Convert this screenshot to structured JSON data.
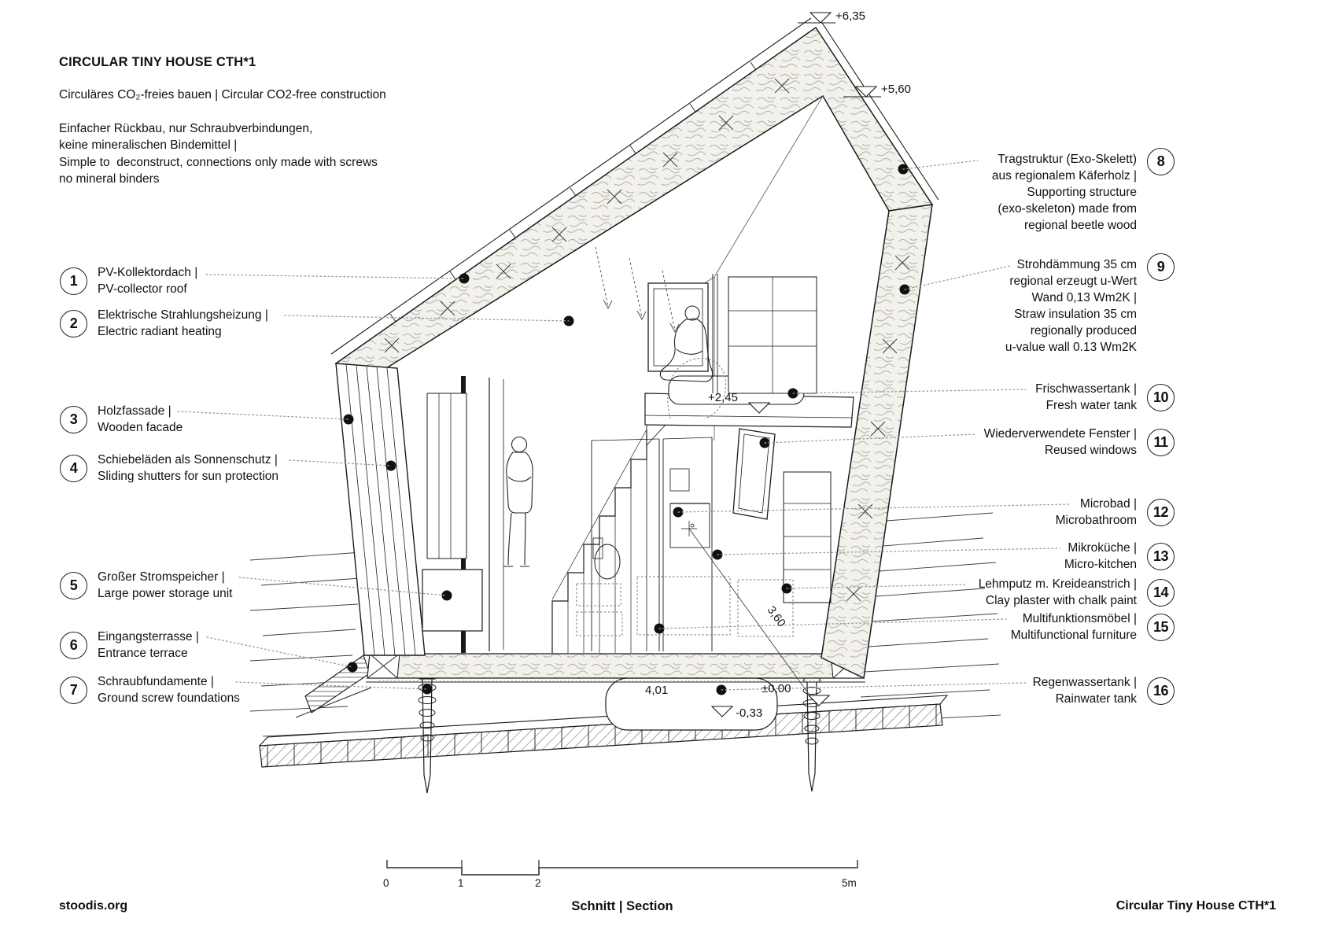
{
  "header": {
    "title": "CIRCULAR TINY HOUSE CTH*1",
    "subtitle": "Circuläres CO₂-freies bauen | Circular CO2-free construction",
    "description": "Einfacher Rückbau, nur Schraubverbindungen,\nkeine mineralischen Bindemittel |\nSimple to  deconstruct, connections only made with screws\nno mineral binders"
  },
  "callouts_left": [
    {
      "num": "1",
      "lines": [
        "PV-Kollektordach |",
        "PV-collector roof"
      ]
    },
    {
      "num": "2",
      "lines": [
        "Elektrische Strahlungsheizung |",
        "Electric radiant heating"
      ]
    },
    {
      "num": "3",
      "lines": [
        "Holzfassade |",
        "Wooden facade"
      ]
    },
    {
      "num": "4",
      "lines": [
        "Schiebeläden als Sonnenschutz |",
        "Sliding shutters for sun protection"
      ]
    },
    {
      "num": "5",
      "lines": [
        "Großer Stromspeicher |",
        "Large power storage unit"
      ]
    },
    {
      "num": "6",
      "lines": [
        "Eingangsterrasse |",
        "Entrance terrace"
      ]
    },
    {
      "num": "7",
      "lines": [
        "Schraubfundamente |",
        "Ground screw foundations"
      ]
    }
  ],
  "callouts_right": [
    {
      "num": "8",
      "lines": [
        "Tragstruktur (Exo-Skelett)",
        "aus regionalem Käferholz |",
        "Supporting structure",
        "(exo-skeleton) made from",
        "regional beetle wood"
      ]
    },
    {
      "num": "9",
      "lines": [
        "Strohdämmung 35 cm",
        "regional erzeugt u-Wert",
        "Wand 0,13 Wm2K |",
        "Straw insulation 35 cm",
        "regionally produced",
        "u-value wall 0.13 Wm2K"
      ]
    },
    {
      "num": "10",
      "lines": [
        "Frischwassertank |",
        "Fresh water tank"
      ]
    },
    {
      "num": "11",
      "lines": [
        "Wiederverwendete Fenster |",
        "Reused windows"
      ]
    },
    {
      "num": "12",
      "lines": [
        "Microbad |",
        "Microbathroom"
      ]
    },
    {
      "num": "13",
      "lines": [
        "Mikroküche |",
        "Micro-kitchen"
      ]
    },
    {
      "num": "14",
      "lines": [
        "Lehmputz m. Kreideanstrich |",
        "Clay plaster with chalk paint"
      ]
    },
    {
      "num": "15",
      "lines": [
        "Multifunktionsmöbel |",
        "Multifunctional furniture"
      ]
    },
    {
      "num": "16",
      "lines": [
        "Regenwassertank |",
        "Rainwater tank"
      ]
    }
  ],
  "elevations": {
    "ridge": "+6,35",
    "eave": "+5,60",
    "loft": "+2,45",
    "floor": "±0,00",
    "base": "-0,33"
  },
  "dimensions": {
    "width": "4,01",
    "depth": "3,60"
  },
  "scalebar": {
    "t0": "0",
    "t1": "1",
    "t2": "2",
    "t5": "5m"
  },
  "footer": {
    "left": "stoodis.org",
    "center": "Schnitt | Section",
    "right": "Circular Tiny House CTH*1"
  },
  "colors": {
    "ink": "#1a1a1a",
    "leader": "#9a9a9a",
    "straw_bg": "#f2f1ec",
    "straw_stroke": "#b3b1a6"
  }
}
